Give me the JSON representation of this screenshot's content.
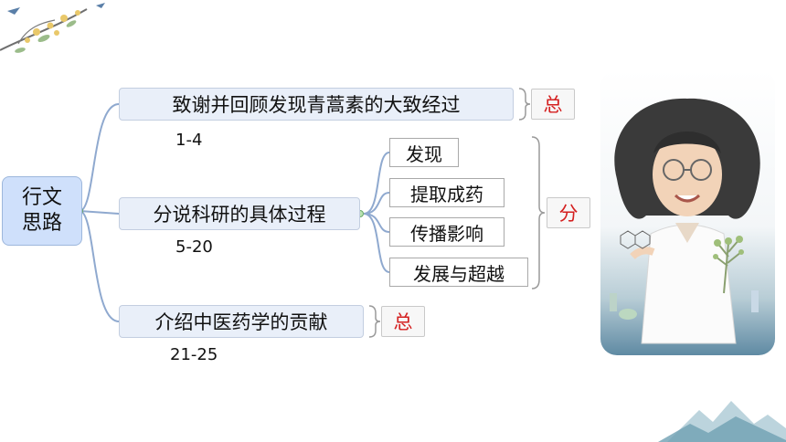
{
  "root": {
    "line1": "行文",
    "line2": "思路"
  },
  "branches": [
    {
      "label": "致谢并回顾发现青蒿素的大致经过",
      "range": "1-4",
      "tag": "总"
    },
    {
      "label": "分说科研的具体过程",
      "range": "5-20",
      "tag": "分",
      "children": [
        "发现",
        "提取成药",
        "传播影响",
        "发展与超越"
      ]
    },
    {
      "label": "介绍中医药学的贡献",
      "range": "21-25",
      "tag": "总"
    }
  ],
  "colors": {
    "connector": "#8fa9cf",
    "tag_text": "#d41f1f",
    "root_bg": "#cfe0fb",
    "branch_bg": "#e9eff9"
  }
}
